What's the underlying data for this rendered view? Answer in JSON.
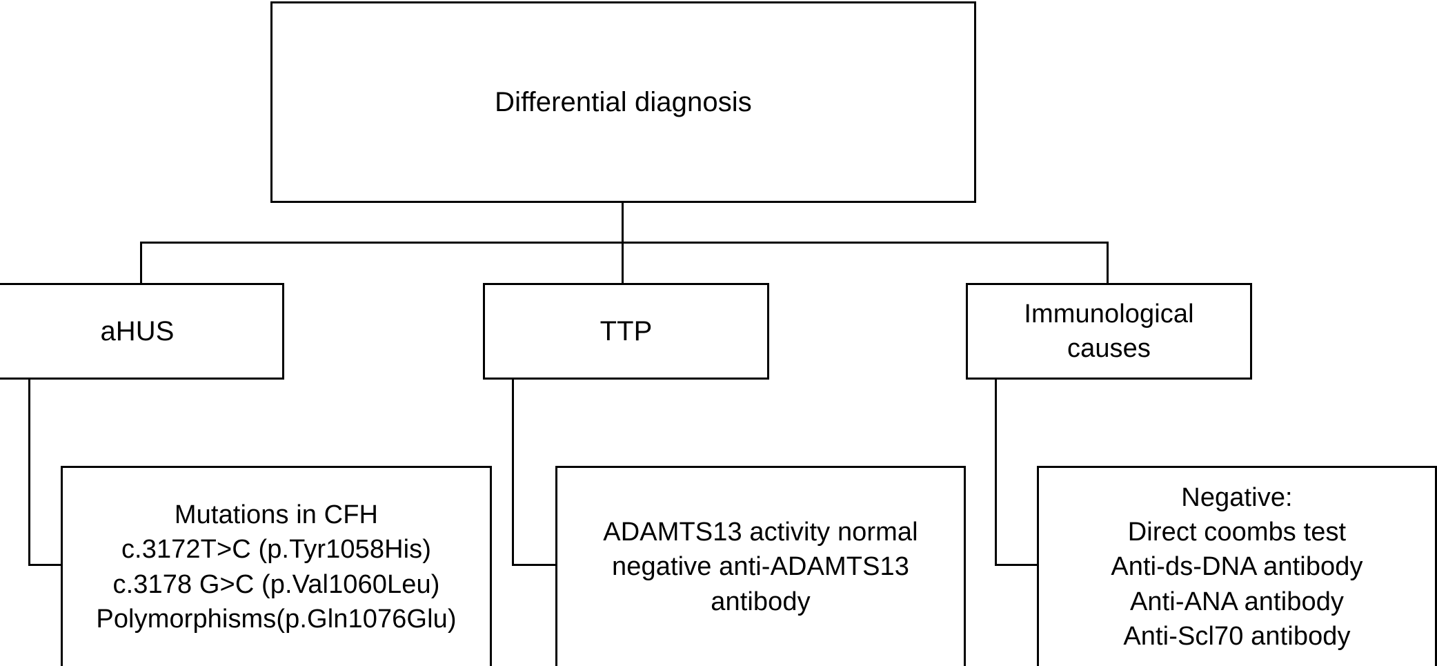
{
  "diagram": {
    "type": "flowchart",
    "title": "Differential diagnosis flowchart",
    "colors": {
      "background": "#ffffff",
      "box_border": "#000000",
      "connector": "#000000",
      "text": "#000000"
    },
    "nodes": {
      "root": {
        "label": "Differential diagnosis"
      },
      "ahus": {
        "label": "aHUS"
      },
      "ttp": {
        "label": "TTP"
      },
      "immunological": {
        "label": "Immunological\ncauses"
      },
      "ahus_details": {
        "label": "Mutations in CFH\nc.3172T>C (p.Tyr1058His)\nc.3178 G>C (p.Val1060Leu)\nPolymorphisms(p.Gln1076Glu)",
        "lines": [
          "Mutations in CFH",
          "c.3172T>C (p.Tyr1058His)",
          "c.3178 G>C (p.Val1060Leu)",
          "Polymorphisms(p.Gln1076Glu)"
        ]
      },
      "ttp_details": {
        "label": "ADAMTS13 activity normal\nnegative anti-ADAMTS13\nantibody",
        "lines": [
          "ADAMTS13 activity normal",
          "negative anti-ADAMTS13",
          "antibody"
        ]
      },
      "immunological_details": {
        "label": "Negative:\nDirect coombs test\nAnti-ds-DNA antibody\nAnti-ANA antibody\nAnti-Scl70 antibody",
        "lines": [
          "Negative:",
          "Direct coombs test",
          "Anti-ds-DNA antibody",
          "Anti-ANA antibody",
          "Anti-Scl70 antibody"
        ]
      }
    },
    "edges": [
      {
        "from": "root",
        "to": "ahus"
      },
      {
        "from": "root",
        "to": "ttp"
      },
      {
        "from": "root",
        "to": "immunological"
      },
      {
        "from": "ahus",
        "to": "ahus_details"
      },
      {
        "from": "ttp",
        "to": "ttp_details"
      },
      {
        "from": "immunological",
        "to": "immunological_details"
      }
    ]
  }
}
